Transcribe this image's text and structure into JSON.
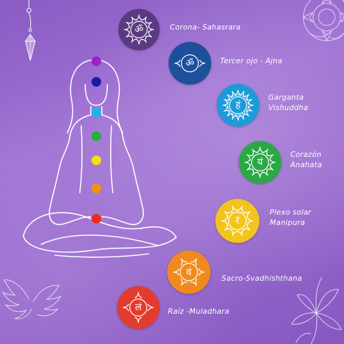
{
  "chakras": [
    {
      "name": "Corona- Sahasrara",
      "line2": "",
      "color": "#5b3a82",
      "symbol": "ॐ",
      "icon": "sahasrara-icon"
    },
    {
      "name": "Tercer ojo - Ajna",
      "line2": "",
      "color": "#1e4f9c",
      "symbol": "ॐ",
      "icon": "ajna-icon"
    },
    {
      "name": "Garganta",
      "line2": "Vishuddha",
      "color": "#1c9bd8",
      "symbol": "हं",
      "icon": "vishuddha-icon"
    },
    {
      "name": "Corazón",
      "line2": "Anahata",
      "color": "#2aa846",
      "symbol": "यं",
      "icon": "anahata-icon"
    },
    {
      "name": "Plexo solar",
      "line2": "Manipura",
      "color": "#f2c51d",
      "symbol": "रं",
      "icon": "manipura-icon"
    },
    {
      "name": "Sacro-Svadhishthana",
      "line2": "",
      "color": "#f08a1e",
      "symbol": "वं",
      "icon": "svadhishthana-icon"
    },
    {
      "name": "Raíz -Muladhara",
      "line2": "",
      "color": "#e23b2f",
      "symbol": "लं",
      "icon": "muladhara-icon"
    }
  ],
  "body_dots": [
    "#a020c8",
    "#1c1aa8",
    "#1cb4e8",
    "#22b040",
    "#f5e10e",
    "#f5900e",
    "#ee2a1e"
  ],
  "decorations": [
    "pendulum-icon",
    "mandala-icon",
    "angel-wings-icon",
    "lily-flower-icon",
    "meditating-figure-outline"
  ]
}
